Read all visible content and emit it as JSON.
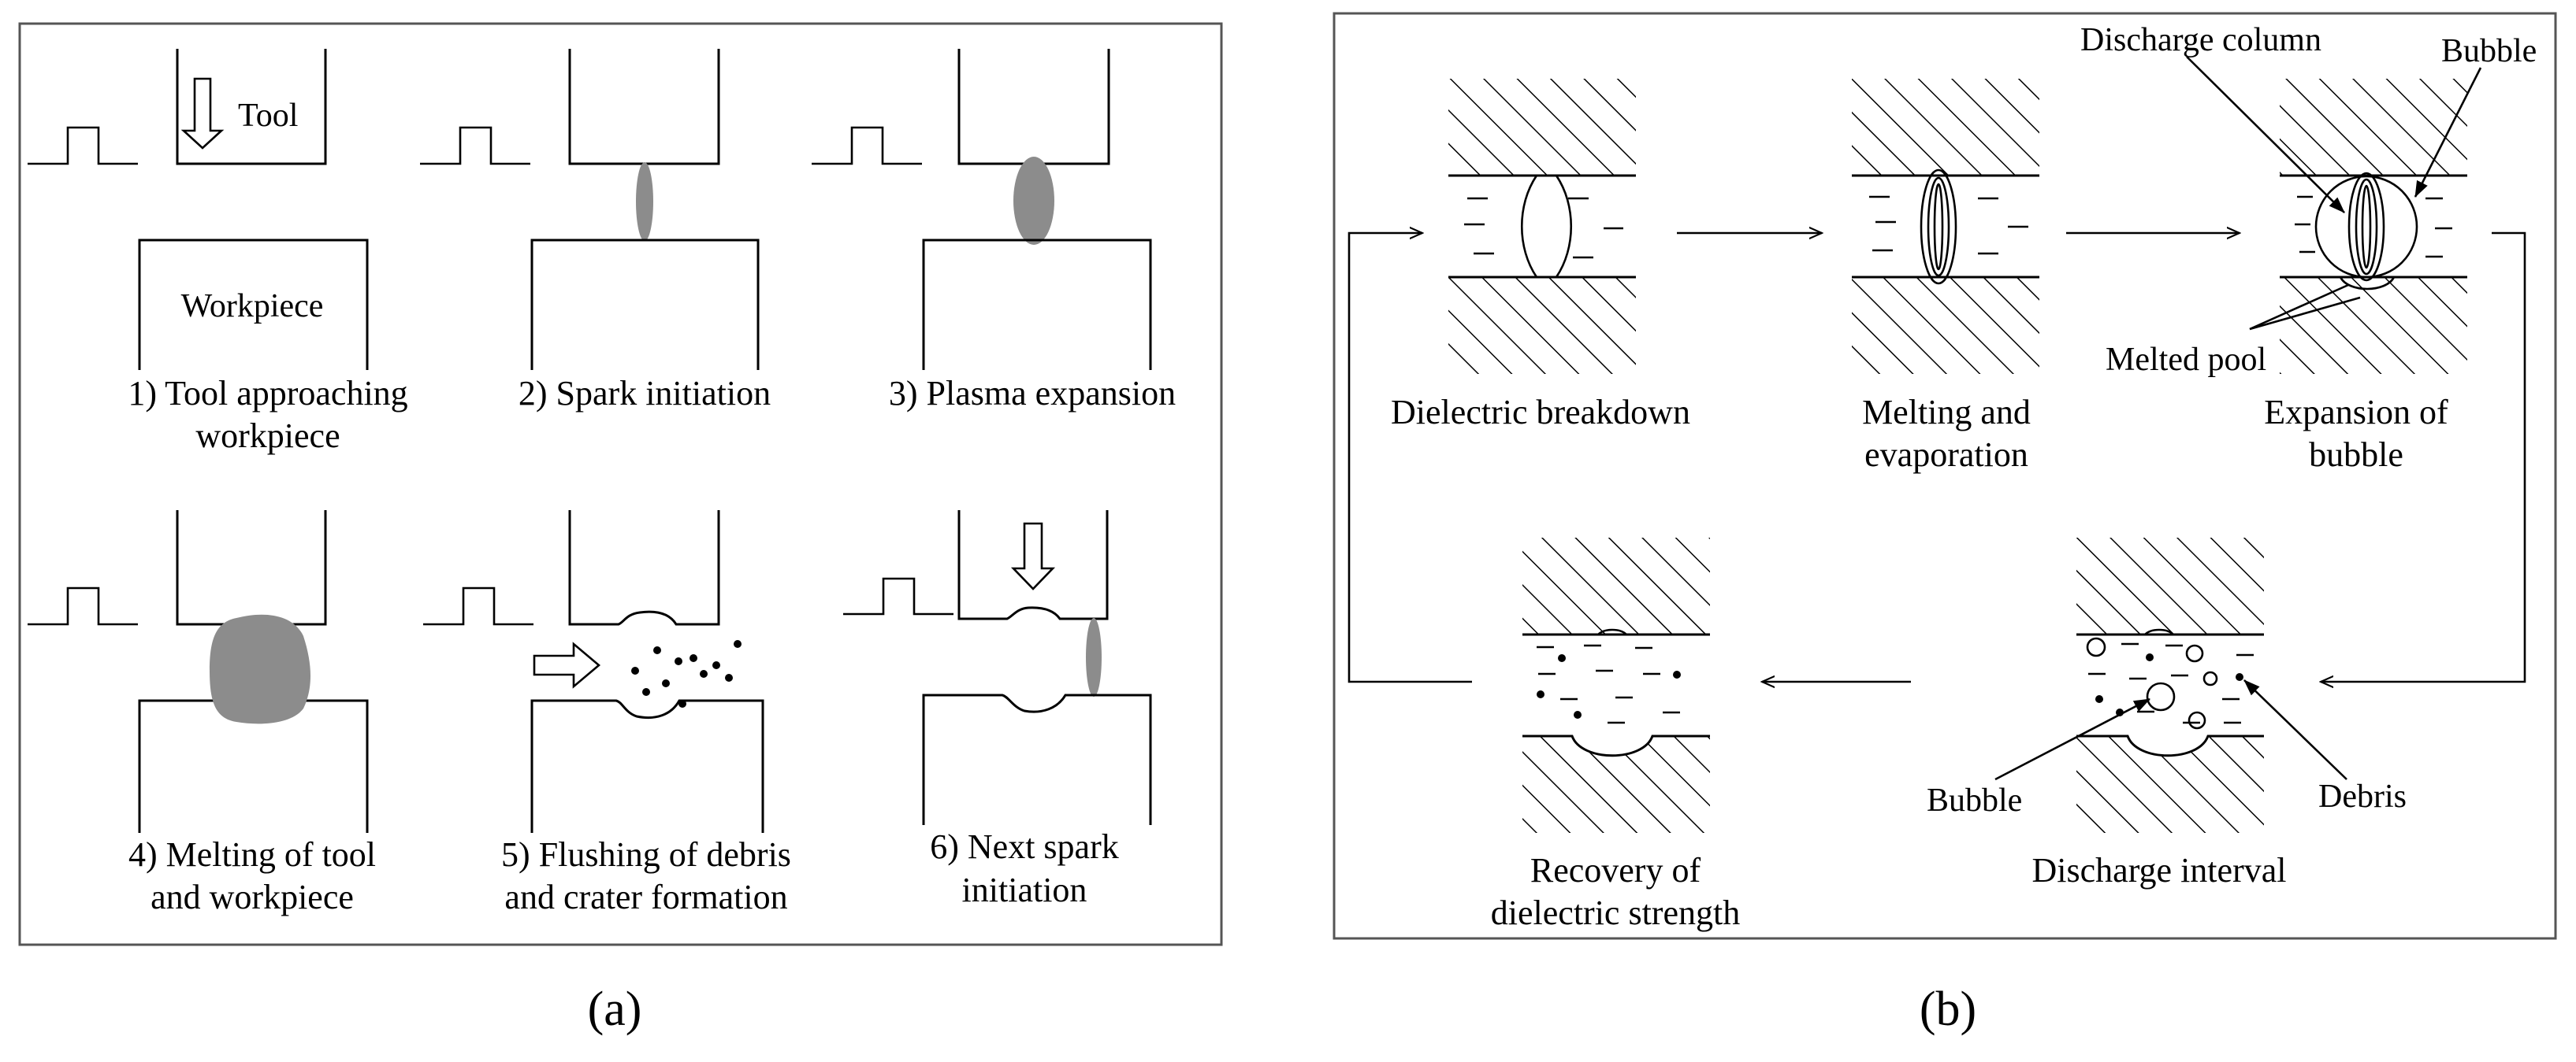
{
  "panel_a": {
    "label": "(a)",
    "tool_label": "Tool",
    "workpiece_label": "Workpiece",
    "steps": [
      {
        "line1": "1) Tool approaching",
        "line2": "workpiece"
      },
      {
        "line1": "2) Spark initiation",
        "line2": ""
      },
      {
        "line1": "3) Plasma expansion",
        "line2": ""
      },
      {
        "line1": "4) Melting of tool",
        "line2": "and workpiece"
      },
      {
        "line1": "5) Flushing of debris",
        "line2": "and crater formation"
      },
      {
        "line1": "6) Next spark",
        "line2": "initiation"
      }
    ]
  },
  "panel_b": {
    "label": "(b)",
    "stages": [
      {
        "line1": "Dielectric breakdown",
        "line2": ""
      },
      {
        "line1": "Melting and",
        "line2": "evaporation"
      },
      {
        "line1": "Expansion of",
        "line2": "bubble"
      },
      {
        "line1": "Discharge interval",
        "line2": ""
      },
      {
        "line1": "Recovery of",
        "line2": "dielectric strength"
      }
    ],
    "callouts": {
      "discharge_column": "Discharge column",
      "bubble_top": "Bubble",
      "melted_pool": "Melted pool",
      "bubble_bottom": "Bubble",
      "debris": "Debris"
    }
  }
}
